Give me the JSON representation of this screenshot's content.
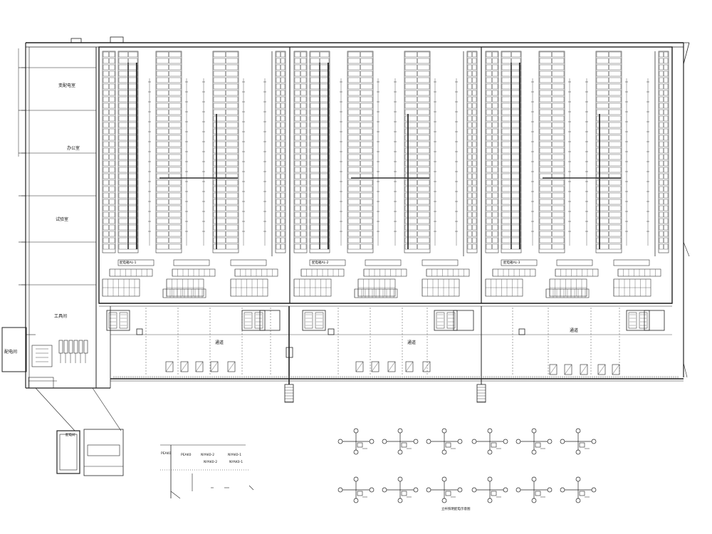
{
  "labels": {
    "room_top": "变配电室",
    "room_mid": "办公室",
    "room_low": "试验室",
    "room_bottom": "工具间",
    "bay_label_1": "配电箱AL-1",
    "bay_label_2": "配电箱AL-2",
    "bay_label_3": "配电箱AL-3",
    "corridor_1": "通道",
    "corridor_2": "通道",
    "corridor_3": "通道",
    "left_box": "配电间",
    "detail_label": "配电间",
    "legend_a": "PEAK0",
    "legend_a2": "PEAK0",
    "legend_b": "NYAK0-2",
    "legend_b2": "NYAK0-2",
    "legend_c": "NYAK0-1",
    "legend_c2": "NYAK0-1",
    "fixture_caption": "立杆照明配电示意图"
  },
  "colors": {
    "line": "#222222",
    "grid": "#444444"
  }
}
